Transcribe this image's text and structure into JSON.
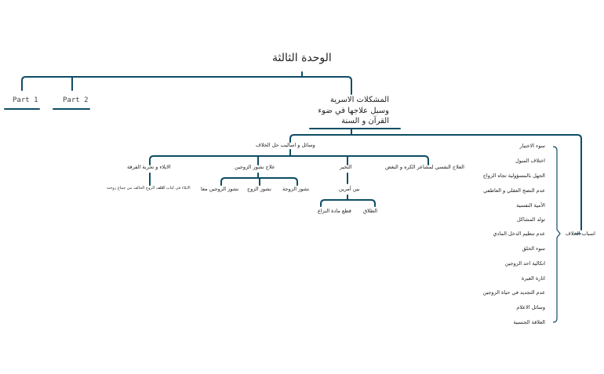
{
  "colors": {
    "line": "#0e4d64",
    "text": "#222222"
  },
  "title": "الوحدة الثالثة",
  "parts": [
    "Part 1",
    "Part 2"
  ],
  "main_topic": "المشكلات الاسرية وسبل علاجها في ضوء القرآن و السنة",
  "methods": {
    "label": "وسائل و اساليب حل الخلاف",
    "items": {
      "ila": "الايلاء و تجربة الفرقة",
      "ila_sub1": "الايلاء في كتاب الله",
      "ila_sub2": "حلف الزوج الحالف من جماع زوجته",
      "nushuz": "علاج نشوز الزوجين",
      "nushuz_both": "نشوز الزوجين معا",
      "nushuz_husband": "نشوز الزوج",
      "nushuz_wife": "نشوز الزوجة",
      "choice": "التخير",
      "between": "بين أمرين",
      "cut": "قطع مادة النزاع",
      "divorce": "الطلاق",
      "psych": "العلاج النفسي لمشاعر الكره و البغض"
    }
  },
  "causes": {
    "label": "اسباب الخلاف",
    "items": [
      "سوء الاختيار",
      "اختلاف الميول",
      "الجهل بالمسؤولية تجاه الزواج",
      "عدم النضج العقلي و العاطفي",
      "الأمية النفسية",
      "تولد المشاكل",
      "عدم تنظيم الدخل المادي",
      "سوء الخلق",
      "اتكالية احد الزوجين",
      "اثارة الغيرة",
      "عدم التجديد في حياة الزوجين",
      "وسائل الاعلام",
      "العلاقة الجنسية"
    ]
  }
}
